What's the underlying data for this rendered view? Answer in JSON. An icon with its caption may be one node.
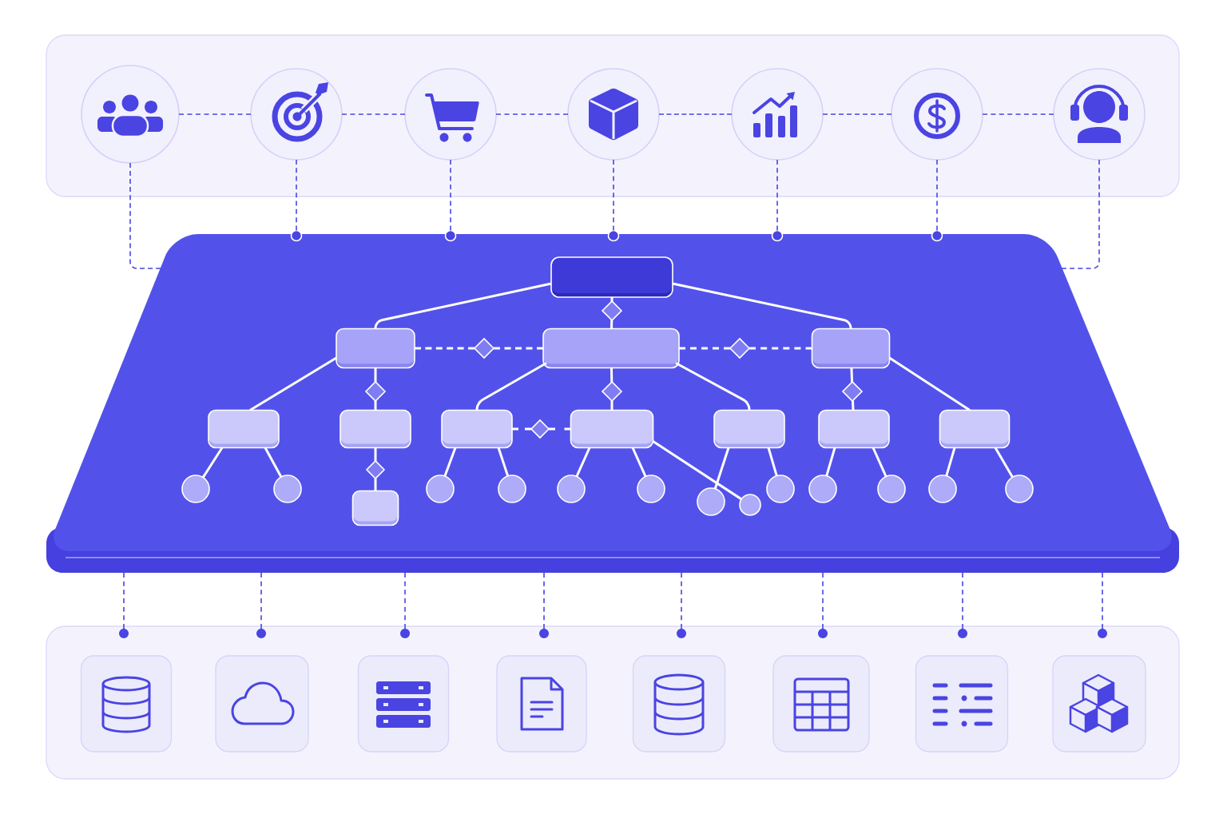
{
  "diagram": {
    "nodes": [
      {
        "text": [],
        "shape": "box"
      },
      {
        "text": [],
        "shape": "circle",
        "in": 0
      },
      {
        "text": [],
        "shape": "circle",
        "in": 0
      },
      {
        "text": [],
        "shape": "circle",
        "in": 0
      },
      {
        "text": [],
        "shape": "circle",
        "in": 0
      },
      {
        "text": [],
        "shape": "circle",
        "in": 0
      },
      {
        "text": [],
        "shape": "circle",
        "in": 0
      },
      {
        "text": [],
        "shape": "circle",
        "in": 0
      },
      {
        "text": [],
        "shape": "trapezoid"
      },
      {
        "text": [],
        "shape": "box",
        "in": 8
      },
      {
        "text": [],
        "shape": "box",
        "in": 8
      },
      {
        "text": [],
        "shape": "box",
        "in": 8
      },
      {
        "text": [],
        "shape": "box",
        "in": 8
      },
      {
        "text": [],
        "shape": "box",
        "in": 8
      },
      {
        "text": [],
        "shape": "box",
        "in": 8
      },
      {
        "text": [],
        "shape": "box",
        "in": 8
      },
      {
        "text": [],
        "shape": "box",
        "in": 8
      },
      {
        "text": [],
        "shape": "box",
        "in": 8
      },
      {
        "text": [],
        "shape": "box",
        "in": 8
      },
      {
        "text": [],
        "shape": "box",
        "in": 8
      },
      {
        "text": [],
        "shape": "box",
        "in": 8
      },
      {
        "text": [],
        "shape": "circle",
        "in": 8
      },
      {
        "text": [],
        "shape": "circle",
        "in": 8
      },
      {
        "text": [],
        "shape": "circle",
        "in": 8
      },
      {
        "text": [],
        "shape": "circle",
        "in": 8
      },
      {
        "text": [],
        "shape": "circle",
        "in": 8
      },
      {
        "text": [],
        "shape": "circle",
        "in": 8
      },
      {
        "text": [],
        "shape": "circle",
        "in": 8
      },
      {
        "text": [],
        "shape": "circle",
        "in": 8
      },
      {
        "text": [],
        "shape": "circle",
        "in": 8
      },
      {
        "text": [],
        "shape": "circle",
        "in": 8
      },
      {
        "text": [],
        "shape": "circle",
        "in": 8
      },
      {
        "text": [],
        "shape": "circle",
        "in": 8
      },
      {
        "text": [],
        "shape": "circle",
        "in": 8
      },
      {
        "text": [],
        "shape": "diamond",
        "in": 8
      },
      {
        "text": [],
        "shape": "diamond",
        "in": 8
      },
      {
        "text": [],
        "shape": "diamond",
        "in": 8
      },
      {
        "text": [],
        "shape": "diamond",
        "in": 8
      },
      {
        "text": [],
        "shape": "diamond",
        "in": 8
      },
      {
        "text": [],
        "shape": "diamond",
        "in": 8
      },
      {
        "text": [],
        "shape": "diamond",
        "in": 8
      },
      {
        "text": [],
        "shape": "diamond",
        "in": 8
      },
      {
        "text": [],
        "shape": "box"
      },
      {
        "text": [],
        "shape": "box",
        "in": 42
      },
      {
        "text": [],
        "shape": "box",
        "in": 42
      },
      {
        "text": [],
        "shape": "box",
        "in": 42
      },
      {
        "text": [],
        "shape": "box",
        "in": 42
      },
      {
        "text": [],
        "shape": "box",
        "in": 42
      },
      {
        "text": [],
        "shape": "box",
        "in": 42
      },
      {
        "text": [],
        "shape": "box",
        "in": 42
      },
      {
        "text": [],
        "shape": "box",
        "in": 42
      },
      {
        "text": [],
        "shape": "circle"
      },
      {
        "text": [],
        "shape": "circle"
      },
      {
        "text": [],
        "shape": "circle"
      },
      {
        "text": [],
        "shape": "circle"
      },
      {
        "text": [],
        "shape": "circle"
      },
      {
        "text": [],
        "shape": "circle",
        "in": 42
      },
      {
        "text": [],
        "shape": "circle",
        "in": 42
      },
      {
        "text": [],
        "shape": "circle",
        "in": 42
      },
      {
        "text": [],
        "shape": "circle",
        "in": 42
      },
      {
        "text": [],
        "shape": "circle",
        "in": 42
      },
      {
        "text": [],
        "shape": "circle",
        "in": 42
      },
      {
        "text": [],
        "shape": "circle",
        "in": 42
      },
      {
        "text": [],
        "shape": "circle",
        "in": 42
      }
    ],
    "edges": [
      {
        "from": 1,
        "to": 2,
        "arrow": "none",
        "style": "dashed",
        "color": "#4a44e2"
      },
      {
        "from": 2,
        "to": 3,
        "arrow": "none",
        "style": "dashed",
        "color": "#4a44e2"
      },
      {
        "from": 3,
        "to": 4,
        "arrow": "none",
        "style": "dashed",
        "color": "#4a44e2"
      },
      {
        "from": 4,
        "to": 5,
        "arrow": "none",
        "style": "dashed",
        "color": "#4a44e2"
      },
      {
        "from": 5,
        "to": 6,
        "arrow": "none",
        "style": "dashed",
        "color": "#4a44e2"
      },
      {
        "from": 6,
        "to": 7,
        "arrow": "none",
        "style": "dashed",
        "color": "#4a44e2"
      },
      {
        "from": 1,
        "to": 8,
        "arrow": "none",
        "style": "dashed",
        "color": "#4a44e2"
      },
      {
        "from": 2,
        "to": 51,
        "arrow": "none",
        "style": "dashed",
        "color": "#4a44e2"
      },
      {
        "from": 3,
        "to": 52,
        "arrow": "none",
        "style": "dashed",
        "color": "#4a44e2"
      },
      {
        "from": 4,
        "to": 53,
        "arrow": "none",
        "style": "dashed",
        "color": "#4a44e2"
      },
      {
        "from": 5,
        "to": 54,
        "arrow": "none",
        "style": "dashed",
        "color": "#4a44e2"
      },
      {
        "from": 6,
        "to": 55,
        "arrow": "none",
        "style": "dashed",
        "color": "#4a44e2"
      },
      {
        "from": 7,
        "to": 8,
        "arrow": "none",
        "style": "dashed",
        "color": "#4a44e2"
      },
      {
        "from": 9,
        "to": 34,
        "arrow": "none"
      },
      {
        "from": 34,
        "to": 11,
        "arrow": "none"
      },
      {
        "from": 9,
        "to": 10,
        "arrow": "none"
      },
      {
        "from": 9,
        "to": 12,
        "arrow": "none"
      },
      {
        "from": 10,
        "to": 35,
        "arrow": "none",
        "style": "dashed"
      },
      {
        "from": 35,
        "to": 11,
        "arrow": "none",
        "style": "dashed"
      },
      {
        "from": 11,
        "to": 36,
        "arrow": "none",
        "style": "dashed"
      },
      {
        "from": 36,
        "to": 12,
        "arrow": "none",
        "style": "dashed"
      },
      {
        "from": 10,
        "to": 13,
        "arrow": "none"
      },
      {
        "from": 10,
        "to": 37,
        "arrow": "none"
      },
      {
        "from": 37,
        "to": 14,
        "arrow": "none"
      },
      {
        "from": 11,
        "to": 15,
        "arrow": "none"
      },
      {
        "from": 11,
        "to": 39,
        "arrow": "none"
      },
      {
        "from": 39,
        "to": 16,
        "arrow": "none"
      },
      {
        "from": 11,
        "to": 17,
        "arrow": "none"
      },
      {
        "from": 12,
        "to": 41,
        "arrow": "none"
      },
      {
        "from": 41,
        "to": 18,
        "arrow": "none"
      },
      {
        "from": 12,
        "to": 19,
        "arrow": "none"
      },
      {
        "from": 14,
        "to": 38,
        "arrow": "none"
      },
      {
        "from": 38,
        "to": 20,
        "arrow": "none"
      },
      {
        "from": 15,
        "to": 40,
        "arrow": "none",
        "style": "dashed"
      },
      {
        "from": 40,
        "to": 16,
        "arrow": "none",
        "style": "dashed"
      },
      {
        "from": 13,
        "to": 21,
        "arrow": "none"
      },
      {
        "from": 13,
        "to": 22,
        "arrow": "none"
      },
      {
        "from": 15,
        "to": 23,
        "arrow": "none"
      },
      {
        "from": 15,
        "to": 24,
        "arrow": "none"
      },
      {
        "from": 16,
        "to": 25,
        "arrow": "none"
      },
      {
        "from": 16,
        "to": 26,
        "arrow": "none"
      },
      {
        "from": 16,
        "to": 28,
        "arrow": "none"
      },
      {
        "from": 17,
        "to": 27,
        "arrow": "none"
      },
      {
        "from": 17,
        "to": 29,
        "arrow": "none"
      },
      {
        "from": 18,
        "to": 30,
        "arrow": "none"
      },
      {
        "from": 18,
        "to": 31,
        "arrow": "none"
      },
      {
        "from": 19,
        "to": 32,
        "arrow": "none"
      },
      {
        "from": 19,
        "to": 33,
        "arrow": "none"
      },
      {
        "from": 8,
        "to": 56,
        "arrow": "none",
        "style": "dashed",
        "color": "#4a44e2"
      },
      {
        "from": 8,
        "to": 57,
        "arrow": "none",
        "style": "dashed",
        "color": "#4a44e2"
      },
      {
        "from": 8,
        "to": 58,
        "arrow": "none",
        "style": "dashed",
        "color": "#4a44e2"
      },
      {
        "from": 8,
        "to": 59,
        "arrow": "none",
        "style": "dashed",
        "color": "#4a44e2"
      },
      {
        "from": 8,
        "to": 60,
        "arrow": "none",
        "style": "dashed",
        "color": "#4a44e2"
      },
      {
        "from": 8,
        "to": 61,
        "arrow": "none",
        "style": "dashed",
        "color": "#4a44e2"
      },
      {
        "from": 8,
        "to": 62,
        "arrow": "none",
        "style": "dashed",
        "color": "#4a44e2"
      },
      {
        "from": 8,
        "to": 63,
        "arrow": "none",
        "style": "dashed",
        "color": "#4a44e2"
      }
    ]
  }
}
